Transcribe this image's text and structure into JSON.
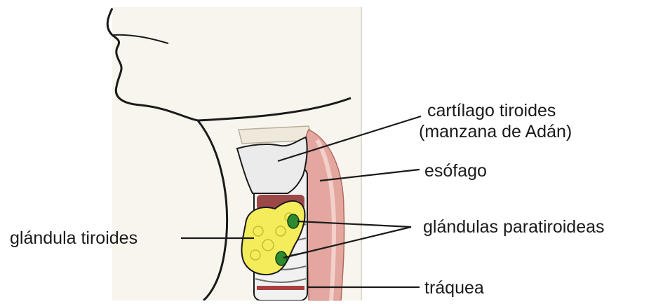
{
  "labels": {
    "thyroid_cartilage_line1": "cartílago tiroides",
    "thyroid_cartilage_line2": "(manzana de Adán)",
    "esophagus": "esófago",
    "parathyroid_glands": "glándulas paratiroideas",
    "thyroid_gland": "glándula tiroides",
    "trachea": "tráquea"
  },
  "colors": {
    "outline": "#1a1a1a",
    "skin_panel": "#f8f5ee",
    "cartilage": "#ebebeb",
    "thyroid": "#f4ec5a",
    "parathyroid": "#2e8a2e",
    "muscle": "#d99a92",
    "muscle_light": "#eec4bd",
    "trachea_rings": "#e6e6e6",
    "trachea_red": "#8c2a2a"
  }
}
